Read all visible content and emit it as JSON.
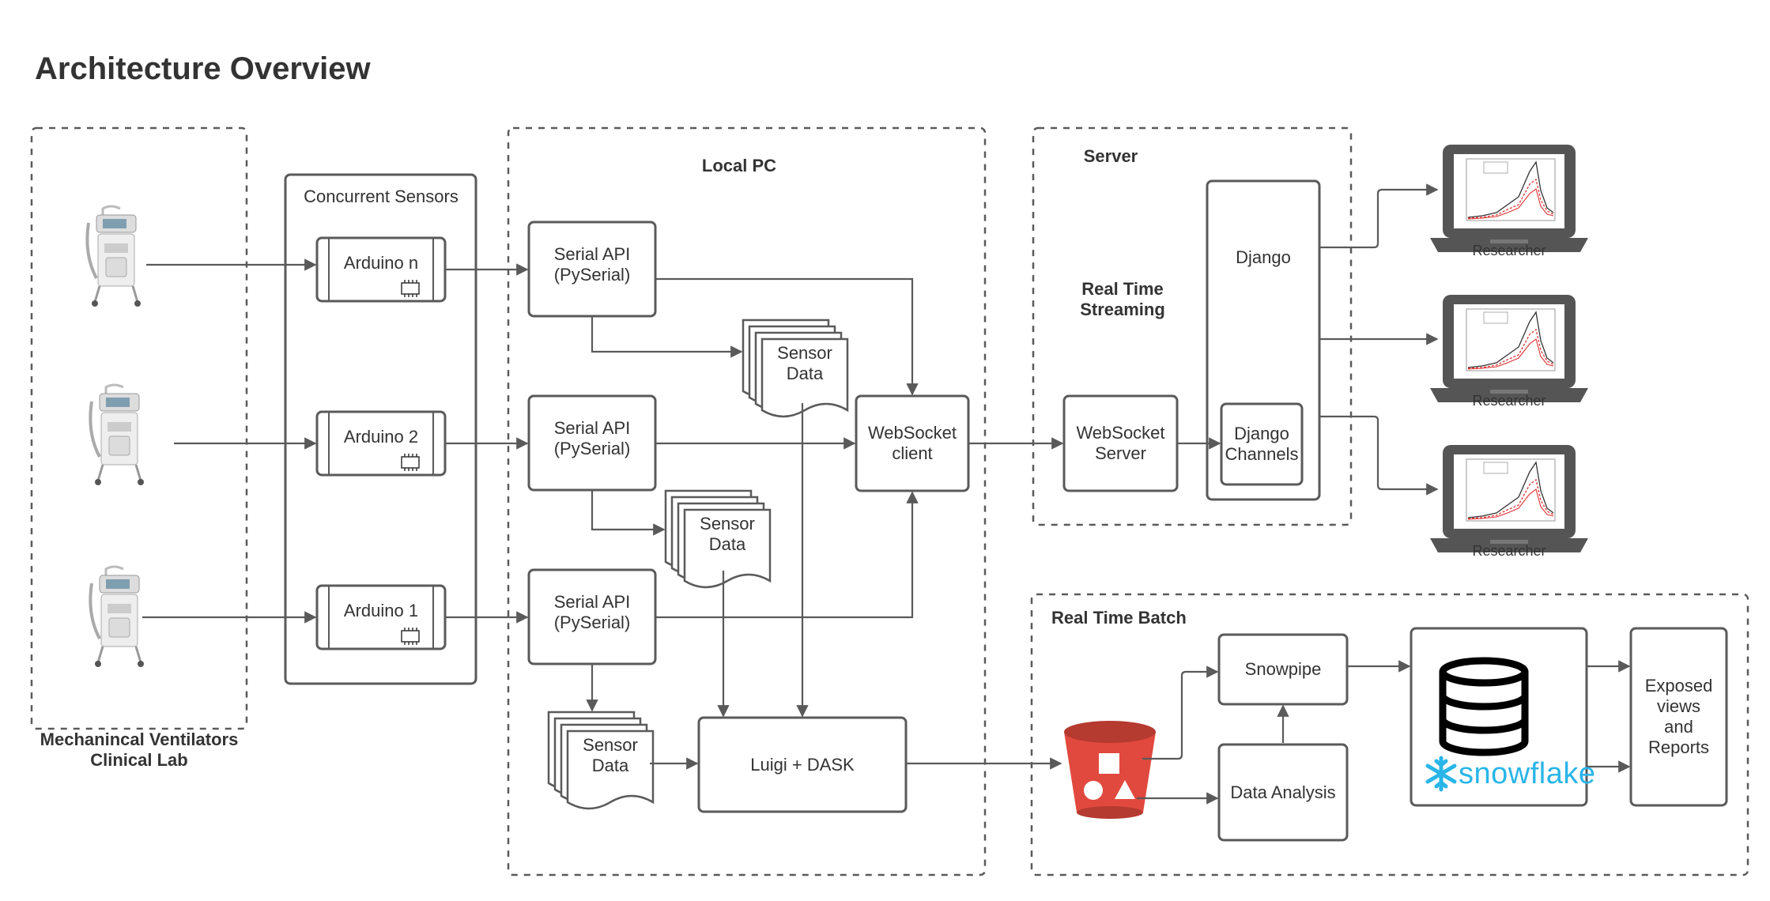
{
  "title": "Architecture Overview",
  "colors": {
    "line": "#5a5a5a",
    "text": "#333333",
    "bucket": "#e1493e",
    "snowflake": "#29b5e8"
  },
  "groups": {
    "clinical_lab": "Mechanincal Ventilators\nClinical Lab",
    "sensors": "Concurrent Sensors",
    "local_pc": "Local PC",
    "server": "Server",
    "streaming": "Real Time\nStreaming",
    "batch": "Real Time Batch"
  },
  "arduinos": [
    "Arduino n",
    "Arduino 2",
    "Arduino 1"
  ],
  "serial_api": "Serial API\n(PySerial)",
  "sensor_data": "Sensor\nData",
  "websocket_client": "WebSocket\nclient",
  "luigi_dask": "Luigi + DASK",
  "websocket_server": "WebSocket\nServer",
  "django": "Django",
  "django_channels": "Django\nChannels",
  "researchers": [
    "Researcher",
    "Researcher",
    "Researcher"
  ],
  "snowpipe": "Snowpipe",
  "data_analysis": "Data Analysis",
  "snowflake_logo": "snowflake",
  "exposed": "Exposed\nviews\nand\nReports",
  "icons": [
    "ventilator-image",
    "microchip-icon",
    "stacked-documents-icon",
    "s3-bucket-icon",
    "database-icon",
    "snowflake-logo",
    "laptop-icon",
    "chart-thumbnail"
  ]
}
